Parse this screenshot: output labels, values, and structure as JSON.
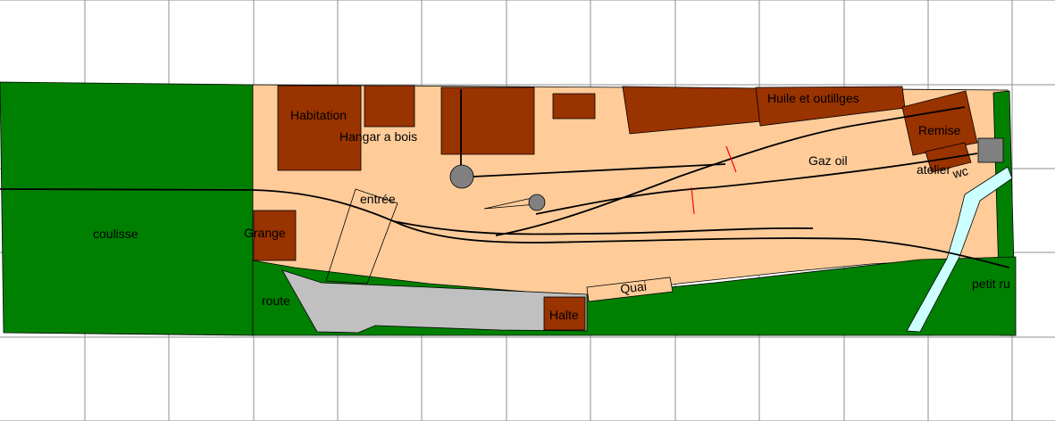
{
  "labels": {
    "coulisse": "coulisse",
    "habitation": "Habitation",
    "hangar": "Hangar a bois",
    "huile": "Huile et outillges",
    "remise": "Remise",
    "gaz": "Gaz oil",
    "atelier": "atelier",
    "wc": "wc",
    "entree": "entrée",
    "grange": "Grange",
    "route": "route",
    "quai": "Quai",
    "halte": "Halte",
    "ruisseau": "petit ru"
  },
  "colors": {
    "grid": "#8f8f8f",
    "green": "#008000",
    "sand": "#ffcc99",
    "building": "#993300",
    "road": "#c0c0c0",
    "water": "#ccffff",
    "track": "#000000",
    "signal": "#ff0000",
    "turntable": "#808080"
  }
}
